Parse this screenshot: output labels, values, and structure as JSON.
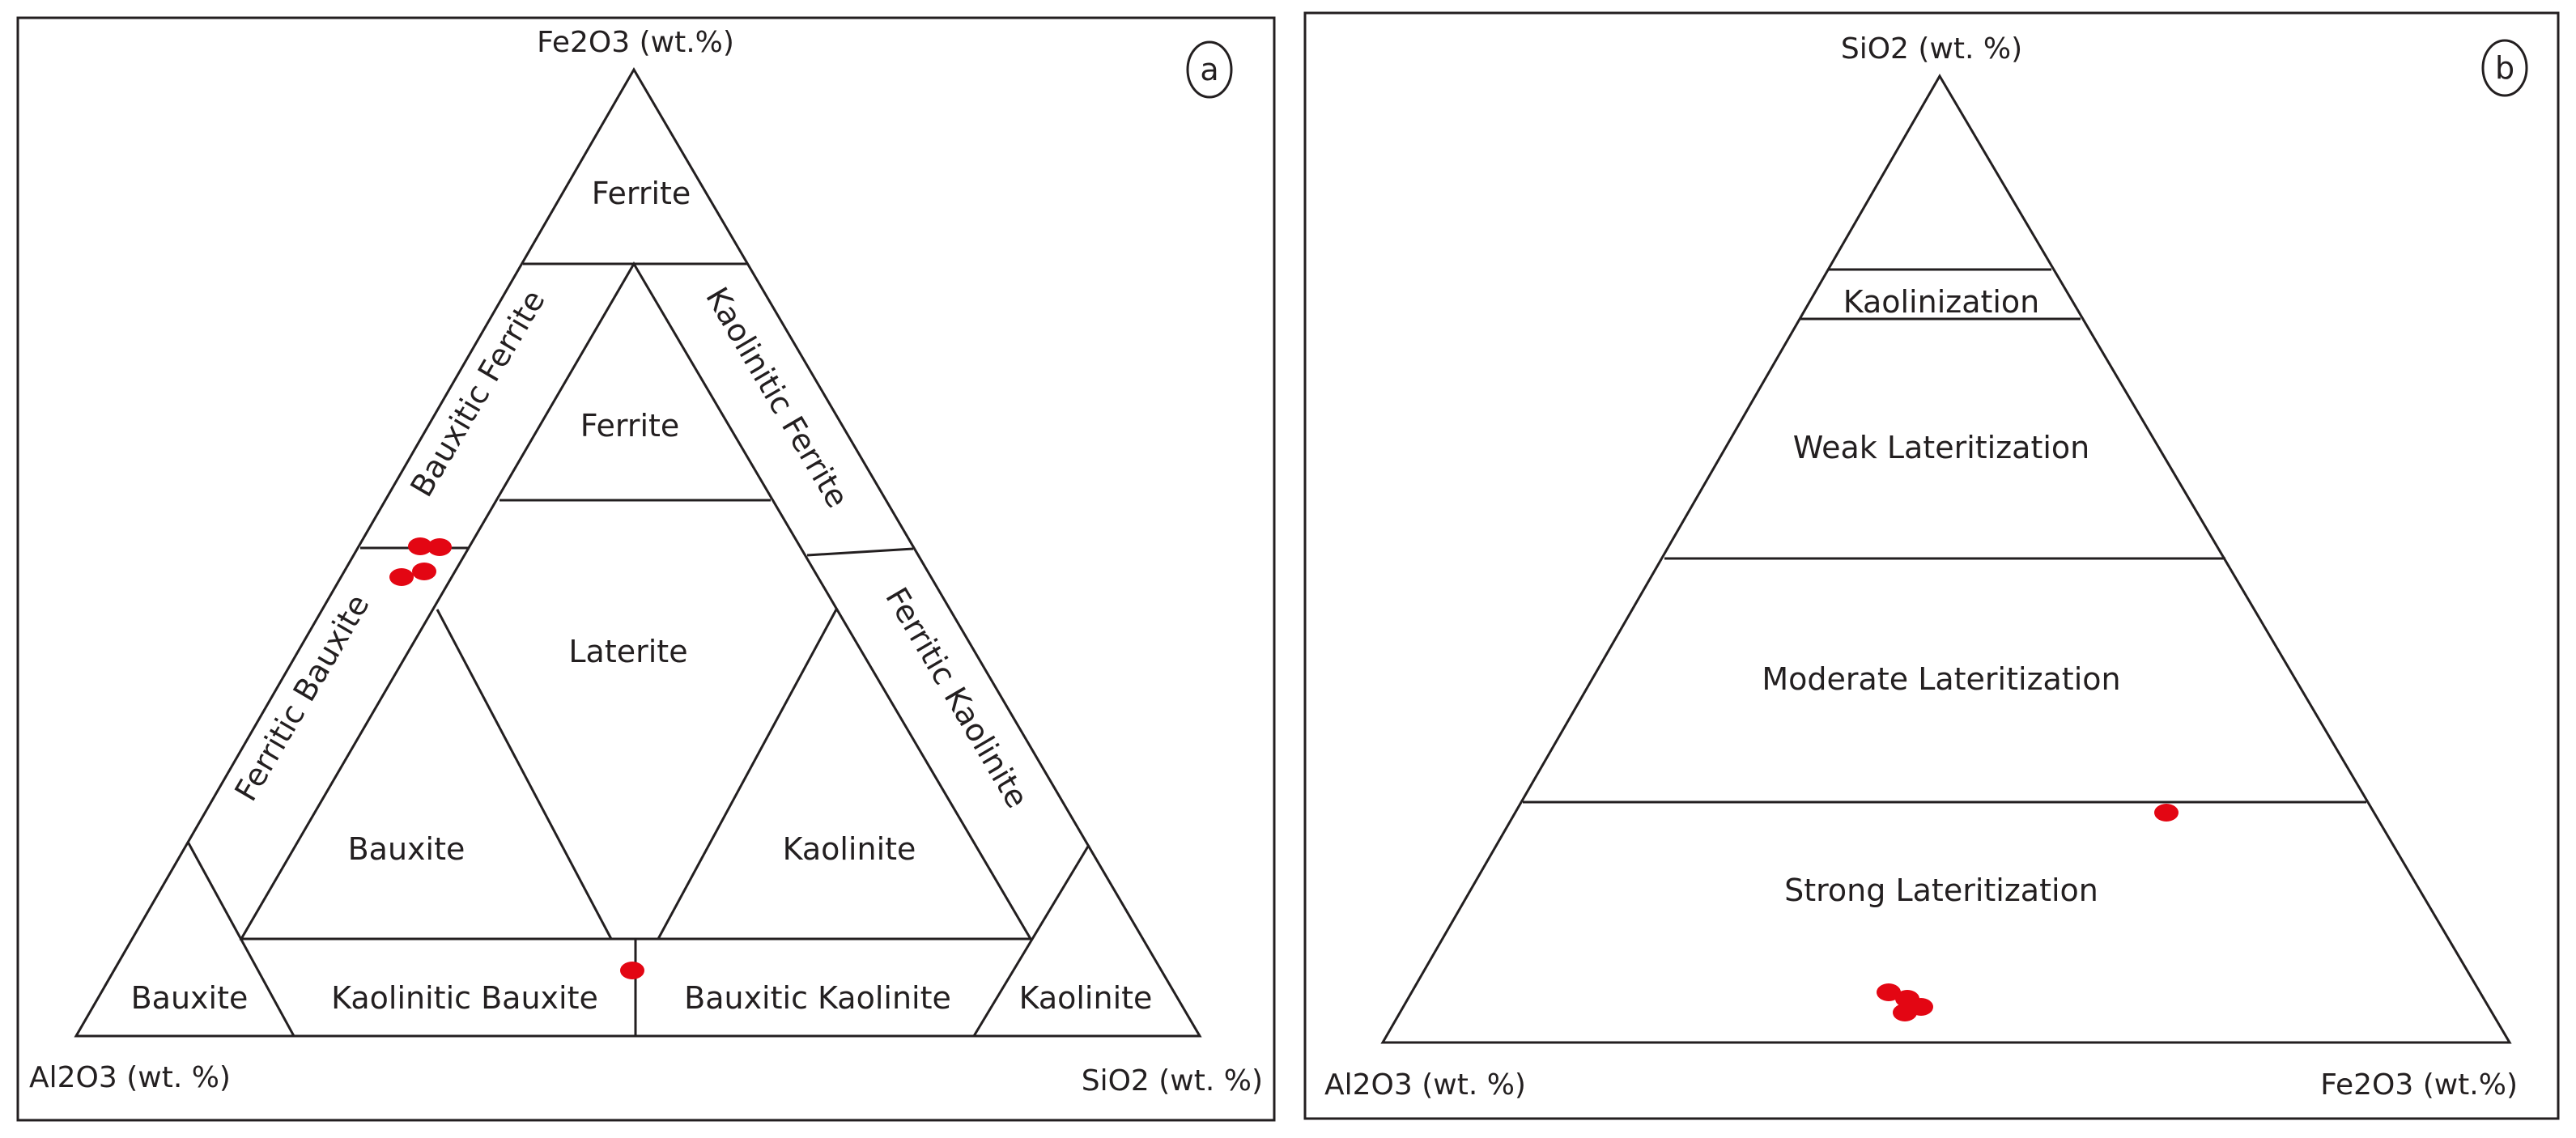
{
  "panel_a": {
    "tag": "a",
    "apex_top": "Fe2O3 (wt.%)",
    "apex_left": "Al2O3 (wt. %)",
    "apex_right": "SiO2 (wt. %)",
    "regions": {
      "ferrite_top": "Ferrite",
      "ferrite_inner": "Ferrite",
      "bauxitic_ferrite": "Bauxitic Ferrite",
      "kaolinitic_ferrite": "Kaolinitic Ferrite",
      "laterite": "Laterite",
      "ferritic_bauxite": "Ferritic Bauxite",
      "ferritic_kaolinite": "Ferritic Kaolinite",
      "bauxite_inner": "Bauxite",
      "kaolinite_inner": "Kaolinite",
      "bauxite_corner": "Bauxite",
      "kaolinitic_bauxite": "Kaolinitic Bauxite",
      "bauxitic_kaolinite": "Bauxitic Kaolinite",
      "kaolinite_corner": "Kaolinite"
    },
    "point_color": "#e30613"
  },
  "panel_b": {
    "tag": "b",
    "apex_top": "SiO2 (wt. %)",
    "apex_left": "Al2O3 (wt. %)",
    "apex_right": "Fe2O3 (wt.%)",
    "zones": {
      "kaolinization": "Kaolinization",
      "weak": "Weak Lateritization",
      "moderate": "Moderate Lateritization",
      "strong": "Strong Lateritization"
    },
    "point_color": "#e30613"
  }
}
